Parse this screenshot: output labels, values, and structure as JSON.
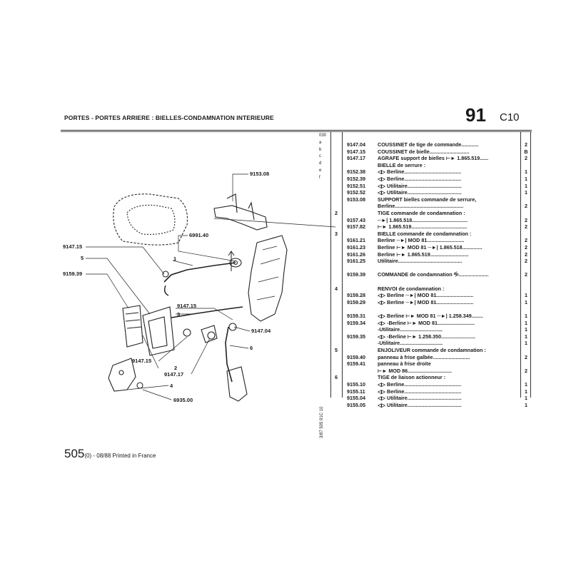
{
  "header": {
    "title": "PORTES - PORTES ARRIERE : BIELLES-CONDAMNATION INTERIEURE",
    "page_number": "91",
    "section_code": "C10"
  },
  "margin_codes": [
    "030",
    "a",
    "b",
    "c",
    "d",
    "e",
    "f"
  ],
  "vertical_code": "3/87 505 91C 10",
  "parts_rows": [
    {
      "grp": "",
      "ref": "9147.04",
      "desc": "COUSSINET de tige de commande............",
      "qty": "2"
    },
    {
      "grp": "",
      "ref": "9147.15",
      "desc": "COUSSINET de bielle............................",
      "qty": "B"
    },
    {
      "grp": "",
      "ref": "9147.17",
      "desc": "AGRAFE support de bielles ⊢► 1.865.519......",
      "qty": "2"
    },
    {
      "grp": "",
      "ref": "",
      "desc": "BIELLE de serrure :",
      "qty": ""
    },
    {
      "grp": "",
      "ref": "9152.38",
      "desc": "◁▷ Berline........................................",
      "qty": "1"
    },
    {
      "grp": "",
      "ref": "9152.39",
      "desc": "◁▷ Berline........................................",
      "qty": "1"
    },
    {
      "grp": "",
      "ref": "9152.51",
      "desc": "◁▷ Utilitaire......................................",
      "qty": "1"
    },
    {
      "grp": "",
      "ref": "9152.52",
      "desc": "◁▷ Utilitaire......................................",
      "qty": "1"
    },
    {
      "grp": "",
      "ref": "9153.08",
      "desc": "SUPPORT bielles commande de serrure,",
      "qty": ""
    },
    {
      "grp": "",
      "ref": "",
      "desc": "Berline................................................",
      "qty": "2"
    },
    {
      "grp": "2",
      "ref": "",
      "desc": "TIGE commande de condamnation :",
      "qty": ""
    },
    {
      "grp": "",
      "ref": "9157.43",
      "desc": "─►| 1.865.518.......................................",
      "qty": "2"
    },
    {
      "grp": "",
      "ref": "9157.82",
      "desc": "⊢► 1.865.519.......................................",
      "qty": "2"
    },
    {
      "grp": "3",
      "ref": "",
      "desc": "BIELLE commande de condamnation :",
      "qty": ""
    },
    {
      "grp": "",
      "ref": "9161.21",
      "desc": "Berline ─►| MOD 81..........................",
      "qty": "2"
    },
    {
      "grp": "",
      "ref": "9161.23",
      "desc": "Berline ⊢► MOD 81 ─►| 1.865.518..............",
      "qty": "2"
    },
    {
      "grp": "",
      "ref": "9161.26",
      "desc": "Berline ⊢► 1.865.519...........................",
      "qty": "2"
    },
    {
      "grp": "",
      "ref": "9161.25",
      "desc": "Utilitaire.............................................",
      "qty": "2"
    },
    {
      "grp": "",
      "ref": "",
      "desc": "",
      "qty": ""
    },
    {
      "grp": "",
      "ref": "9159.39",
      "desc": "COMMANDE de condamnation 🝰.....................",
      "qty": "2"
    },
    {
      "grp": "",
      "ref": "",
      "desc": "",
      "qty": ""
    },
    {
      "grp": "4",
      "ref": "",
      "desc": "RENVOI de condamnation :",
      "qty": ""
    },
    {
      "grp": "",
      "ref": "9159.28",
      "desc": "◁▷ Berline ─►| MOD 81..........................",
      "qty": "1"
    },
    {
      "grp": "",
      "ref": "9159.29",
      "desc": "◁▷ Berline ─►| MOD 81..........................",
      "qty": "1"
    },
    {
      "grp": "",
      "ref": "",
      "desc": "",
      "qty": ""
    },
    {
      "grp": "",
      "ref": "9159.31",
      "desc": "◁▷ Berline ⊢► MOD 81 ─►| 1.258.349........",
      "qty": "1"
    },
    {
      "grp": "",
      "ref": "9159.34",
      "desc": "◁▷ -Berline ⊢► MOD 81..........................",
      "qty": "1"
    },
    {
      "grp": "",
      "ref": "",
      "desc": "-Utilitaire..............................",
      "qty": "1"
    },
    {
      "grp": "",
      "ref": "9159.35",
      "desc": "◁▷ -Berline ⊢► 1.258.350........................",
      "qty": "1"
    },
    {
      "grp": "",
      "ref": "",
      "desc": "-Utilitaire..............................",
      "qty": "1"
    },
    {
      "grp": "5",
      "ref": "",
      "desc": "ENJOLIVEUR commande de condamnation :",
      "qty": ""
    },
    {
      "grp": "",
      "ref": "9159.40",
      "desc": "panneau à frise galbée..........................",
      "qty": "2"
    },
    {
      "grp": "",
      "ref": "9159.41",
      "desc": "panneau à frise droite",
      "qty": ""
    },
    {
      "grp": "",
      "ref": "",
      "desc": "⊢► MOD 86...............................",
      "qty": "2"
    },
    {
      "grp": "6",
      "ref": "",
      "desc": "TIGE de liaison actionneur :",
      "qty": ""
    },
    {
      "grp": "",
      "ref": "9155.10",
      "desc": "◁▷ Berline........................................",
      "qty": "1"
    },
    {
      "grp": "",
      "ref": "9155.11",
      "desc": "◁▷ Berline........................................",
      "qty": "1"
    },
    {
      "grp": "",
      "ref": "9155.04",
      "desc": "◁▷ Utilitaire......................................",
      "qty": "1"
    },
    {
      "grp": "",
      "ref": "9155.05",
      "desc": "◁▷ Utilitaire......................................",
      "qty": "1"
    }
  ],
  "diagram_labels": {
    "l_9153_08": "9153.08",
    "l_6991_40": "6991.40",
    "l_9147_15a": "9147.15",
    "l_5": "5",
    "l_9159_39": "9159.39",
    "l_1": "1",
    "l_9147_15b": "9147.15",
    "l_3": "3",
    "l_9147_04": "9147.04",
    "l_6": "6",
    "l_9147_15c": "9147.15",
    "l_2": "2",
    "l_9147_17": "9147.17",
    "l_4": "4",
    "l_6935_00": "6935.00"
  },
  "footer": {
    "model": "505",
    "variant": "(0)",
    "print_info": " - 08/88 Printed in France"
  }
}
